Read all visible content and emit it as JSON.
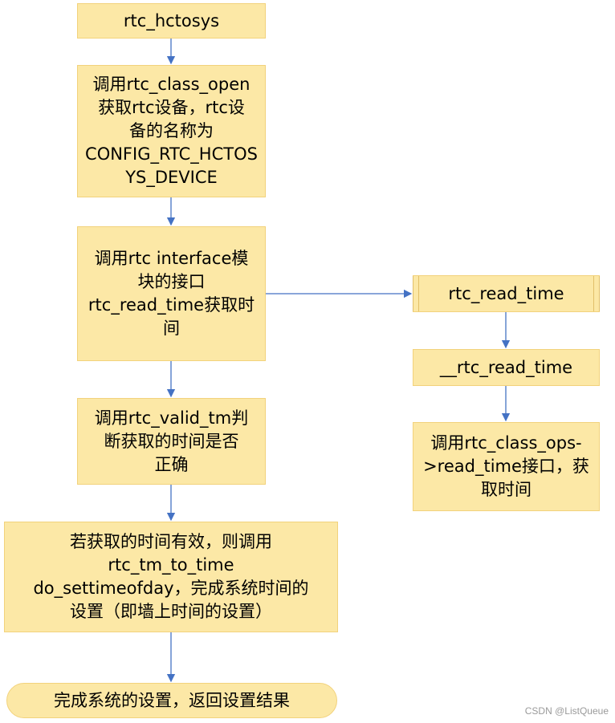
{
  "nodes": {
    "rtc_hctosys": "rtc_hctosys",
    "rtc_class_open": "调用rtc_class_open\n获取rtc设备，rtc设\n备的名称为\nCONFIG_RTC_HCTOS\nYS_DEVICE",
    "interface_read": "调用rtc interface模\n块的接口\nrtc_read_time获取时\n间",
    "valid_tm": "调用rtc_valid_tm判\n断获取的时间是否\n正确",
    "settimeofday": "若获取的时间有效，则调用\nrtc_tm_to_time\ndo_settimeofday，完成系统时间的\n设置（即墙上时间的设置）",
    "done": "完成系统的设置，返回设置结果",
    "rtc_read_time": "rtc_read_time",
    "__rtc_read_time": "__rtc_read_time",
    "class_ops_read": "调用rtc_class_ops-\n>read_time接口，获\n取时间"
  },
  "colors": {
    "box_fill": "#fce8a6",
    "box_border": "#f2d27c",
    "arrow": "#4472c4"
  },
  "watermark": "CSDN @ListQueue"
}
